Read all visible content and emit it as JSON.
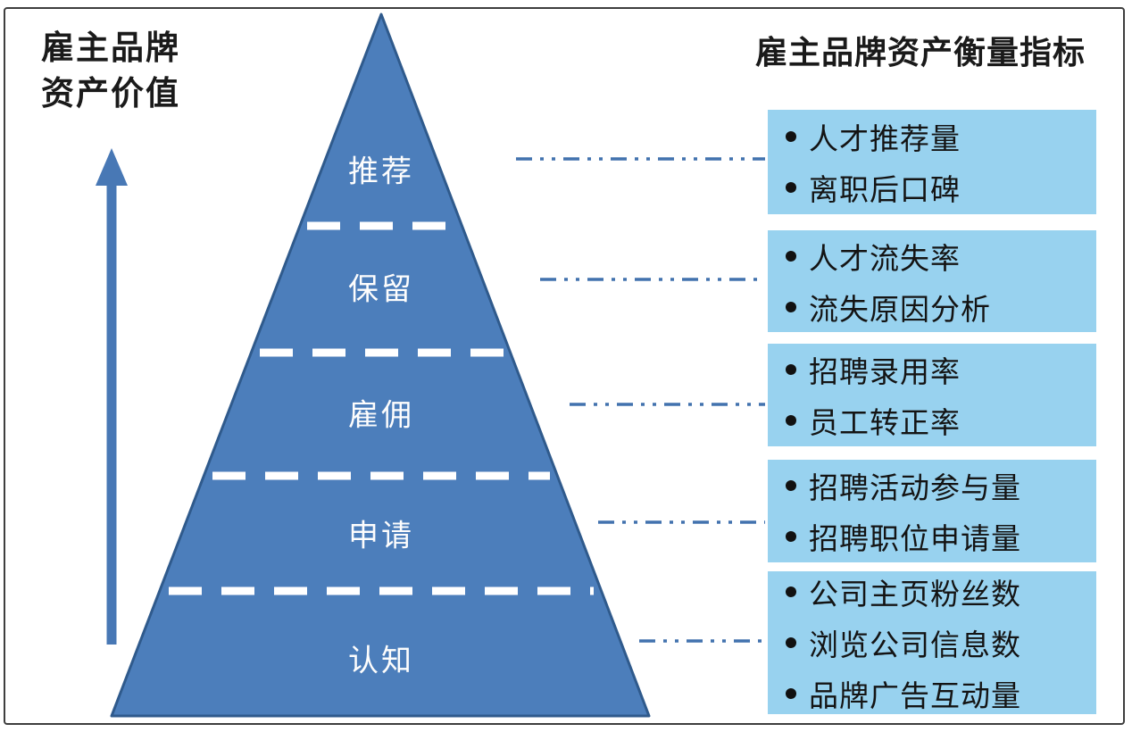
{
  "left_title": {
    "line1": "雇主品牌",
    "line2": "资产价值"
  },
  "right_title": "雇主品牌资产衡量指标",
  "pyramid": {
    "levels": [
      {
        "label": "推荐"
      },
      {
        "label": "保留"
      },
      {
        "label": "雇佣"
      },
      {
        "label": "申请"
      },
      {
        "label": "认知"
      }
    ]
  },
  "boxes": [
    {
      "items": [
        "人才推荐量",
        "离职后口碑"
      ]
    },
    {
      "items": [
        "人才流失率",
        "流失原因分析"
      ]
    },
    {
      "items": [
        "招聘录用率",
        "员工转正率"
      ]
    },
    {
      "items": [
        "招聘活动参与量",
        "招聘职位申请量"
      ]
    },
    {
      "items": [
        "公司主页粉丝数",
        "浏览公司信息数",
        "品牌广告互动量"
      ]
    }
  ],
  "colors": {
    "pyramid_fill": "#4c7ebb",
    "pyramid_border": "#2f5a8c",
    "box_fill": "#98d2ef",
    "connector_line": "#4272ae",
    "arrow": "#4878b5",
    "divider_dash": "#ffffff",
    "title_text": "#1a1a1a",
    "level_text": "#fdfdfd"
  }
}
